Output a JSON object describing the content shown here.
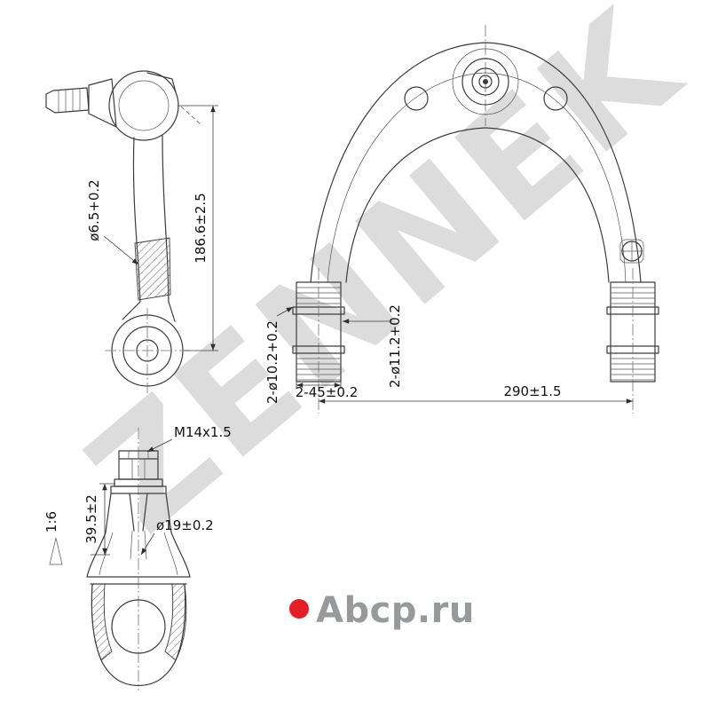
{
  "watermark": "ZENNEK",
  "logo": {
    "text": "Abcp.ru",
    "dot_color": "#e31e24",
    "text_color": "#97999b"
  },
  "colors": {
    "line": "#3c3c3c",
    "watermark": "#dcdcdc",
    "background": "#ffffff"
  },
  "views": {
    "side_link": {
      "dims": {
        "length": "186.6±2.5",
        "rod_hole": "ø6.5+0.2"
      }
    },
    "control_arm": {
      "dims": {
        "span": "290±1.5",
        "bushing_length": "2-45±0.2",
        "bore_inner": "2-ø11.2+0.2",
        "bore_outer": "2-ø10.2+0.2"
      }
    },
    "ball_joint": {
      "dims": {
        "thread": "M14x1.5",
        "stud_height": "39.5±2",
        "ball_diameter": "ø19±0.2",
        "taper": "1:6"
      }
    }
  }
}
